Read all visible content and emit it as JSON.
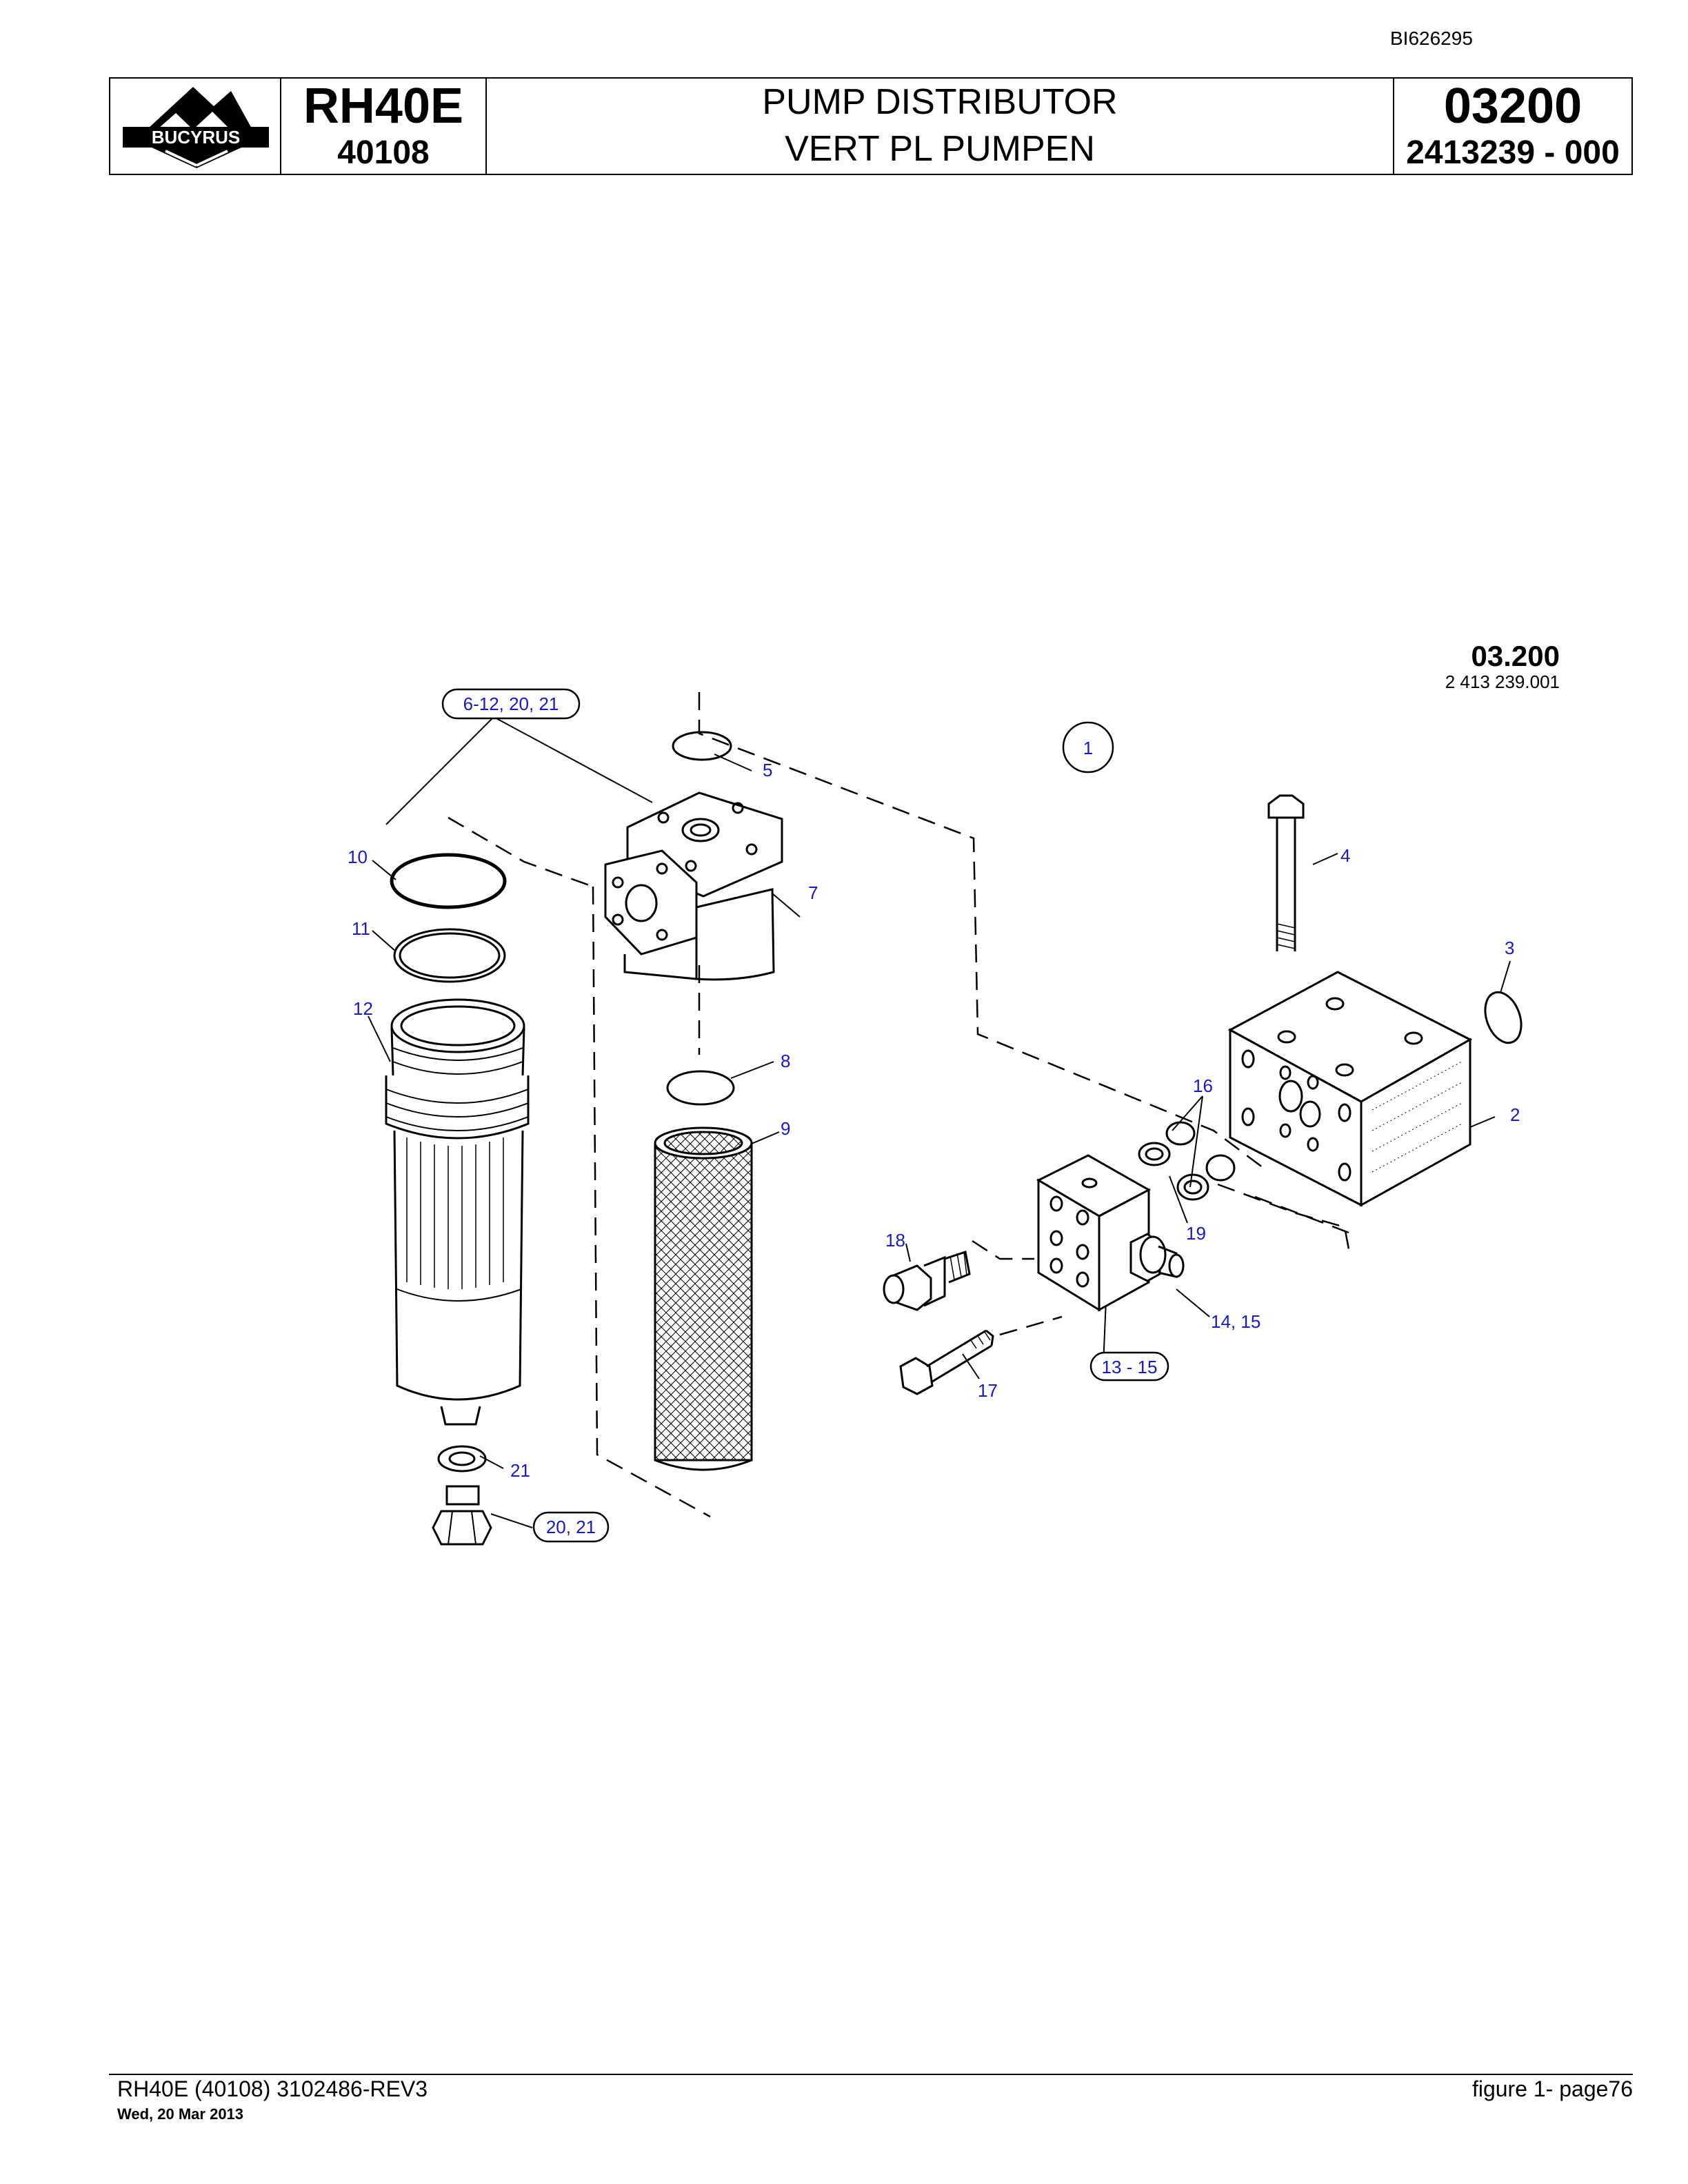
{
  "header": {
    "doc_id": "BI626295",
    "brand": "BUCYRUS",
    "model": "RH40E",
    "serial": "40108",
    "title_en": "PUMP DISTRIBUTOR",
    "title_de": "VERT PL PUMPEN",
    "group_number": "03200",
    "part_number": "2413239  - 000"
  },
  "diagram": {
    "figure_ref": "03.200",
    "figure_sub": "2 413 239.001",
    "assembly_callout": "1",
    "callouts": {
      "c2": "2",
      "c3": "3",
      "c4": "4",
      "c5": "5",
      "c7": "7",
      "c8": "8",
      "c9": "9",
      "c10": "10",
      "c11": "11",
      "c12": "12",
      "c16": "16",
      "c17": "17",
      "c18": "18",
      "c19": "19",
      "c21": "21",
      "c14_15": "14, 15"
    },
    "boxed_callouts": {
      "b6_12": "6-12, 20, 21",
      "b13_15": "13 - 15",
      "b20_21": "20, 21"
    }
  },
  "footer": {
    "left": "RH40E (40108) 3102486-REV3",
    "date": "Wed, 20 Mar 2013",
    "right": "figure  1- page76"
  },
  "colors": {
    "callout": "#1a1ab4",
    "line": "#000000"
  }
}
